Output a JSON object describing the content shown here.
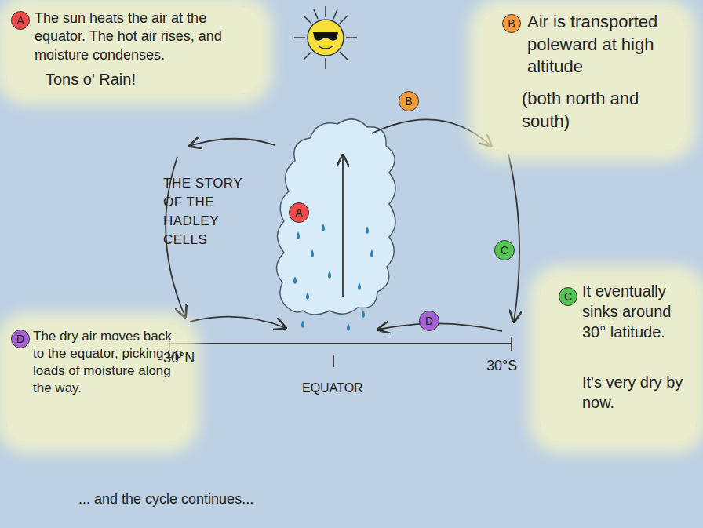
{
  "diagram": {
    "title": "THE STORY OF THE HADLEY CELLS",
    "nodes": [
      {
        "text": [
          "The sun heats the air at the equator. The hot air rises, and moisture condenses.",
          "Tons o' Rain!"
        ]
      },
      {
        "text": [
          "A"
        ],
        "in": 0
      },
      {
        "text": [
          "Air is transported poleward at high altitude",
          "(both north and south)"
        ]
      },
      {
        "text": [
          "B"
        ],
        "in": 2
      },
      {
        "text": [
          "B"
        ]
      },
      {
        "text": [
          "A"
        ]
      },
      {
        "text": [
          "C"
        ]
      },
      {
        "text": [
          "D"
        ]
      },
      {
        "text": [
          "It eventually sinks around 30° latitude.",
          "It's very dry by now."
        ]
      },
      {
        "text": [
          "C"
        ],
        "in": 8
      },
      {
        "text": [
          "The dry air moves back to the equator, picking up loads of moisture along the way."
        ]
      },
      {
        "text": [
          "D"
        ],
        "in": 10
      }
    ],
    "labels": [
      "30°N",
      "EQUATOR",
      "30°S",
      "... and the cycle continues..."
    ]
  }
}
